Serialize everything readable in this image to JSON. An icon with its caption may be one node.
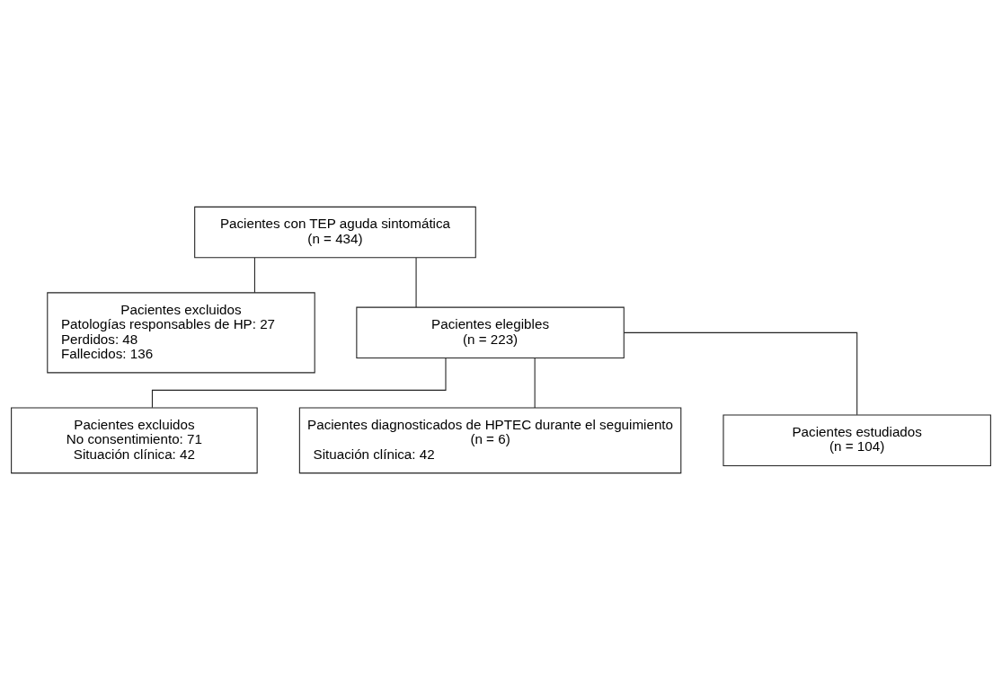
{
  "diagram": {
    "nodes": [
      {
        "text": [
          "Pacientes con TEP aguda sintomática",
          "(n = 434)"
        ]
      },
      {
        "text": [
          "Pacientes excluidos",
          "Patologías responsables de HP: 27",
          "Perdidos: 48",
          "Fallecidos: 136"
        ]
      },
      {
        "text": [
          "Pacientes elegibles",
          "(n = 223)"
        ]
      },
      {
        "text": [
          "Pacientes excluidos",
          "No consentimiento: 71",
          "Situación clínica: 42"
        ]
      },
      {
        "text": [
          "Pacientes diagnosticados de HPTEC durante el seguimiento",
          "(n = 6)",
          "Situación clínica: 42"
        ]
      },
      {
        "text": [
          "Pacientes estudiados",
          "(n = 104)"
        ]
      }
    ],
    "edges": [
      {
        "from": 0,
        "to": 1,
        "arrow": "none"
      },
      {
        "from": 0,
        "to": 2,
        "arrow": "none"
      },
      {
        "from": 2,
        "to": 3,
        "arrow": "none"
      },
      {
        "from": 2,
        "to": 4,
        "arrow": "none"
      },
      {
        "from": 2,
        "to": 5,
        "arrow": "none"
      }
    ]
  }
}
